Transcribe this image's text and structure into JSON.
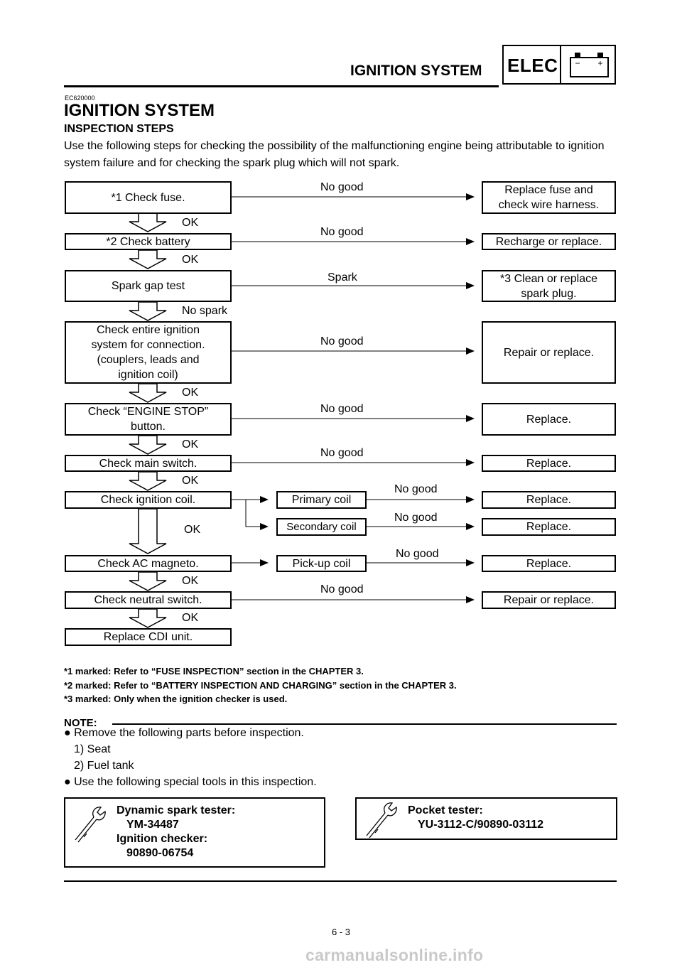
{
  "header": {
    "title": "IGNITION SYSTEM",
    "badge": "ELEC",
    "battery_minus": "−",
    "battery_plus": "+"
  },
  "section_code": "EC620000",
  "main_title": "IGNITION SYSTEM",
  "subtitle": "INSPECTION STEPS",
  "intro": "Use the following steps for checking the possibility of the malfunctioning engine being attributable to ignition system failure and for checking the spark plug which will not spark.",
  "flow": {
    "steps": [
      "*1 Check fuse.",
      "*2 Check battery",
      "Spark gap test",
      "Check entire ignition\nsystem for connection.\n(couplers, leads and\nignition coil)",
      "Check “ENGINE STOP”\nbutton.",
      "Check main switch.",
      "Check ignition coil.",
      "Check AC magneto.",
      "Check neutral switch.",
      "Replace CDI unit."
    ],
    "results": [
      "Replace fuse and\ncheck wire harness.",
      "Recharge or replace.",
      "*3 Clean or replace\nspark plug.",
      "Repair or replace.",
      "Replace.",
      "Replace.",
      "Replace.",
      "Replace.",
      "Replace.",
      "Repair or replace."
    ],
    "mid_boxes": [
      "Primary coil",
      "Secondary coil",
      "Pick-up coil"
    ],
    "ok_labels": [
      "OK",
      "OK",
      "No spark",
      "OK",
      "OK",
      "OK",
      "OK",
      "OK",
      "OK"
    ],
    "branch_labels": [
      "No good",
      "No good",
      "Spark",
      "No good",
      "No good",
      "No good",
      "No good",
      "No good",
      "No good",
      "No good"
    ]
  },
  "footnotes": [
    "*1 marked: Refer to “FUSE INSPECTION” section in the CHAPTER 3.",
    "*2 marked: Refer to “BATTERY INSPECTION AND CHARGING” section in the CHAPTER 3.",
    "*3 marked: Only when the ignition checker is used."
  ],
  "note": {
    "label": "NOTE:",
    "bullet1": "Remove the following parts before inspection.",
    "items": [
      "1)  Seat",
      "2)  Fuel tank"
    ],
    "bullet2": "Use the following special tools in this inspection."
  },
  "tools": [
    {
      "lines": [
        "Dynamic spark tester:",
        "YM-34487",
        "Ignition checker:",
        "90890-06754"
      ]
    },
    {
      "lines": [
        "Pocket tester:",
        "YU-3112-C/90890-03112"
      ]
    }
  ],
  "page_number": "6 - 3",
  "watermark": "carmanualsonline.info"
}
